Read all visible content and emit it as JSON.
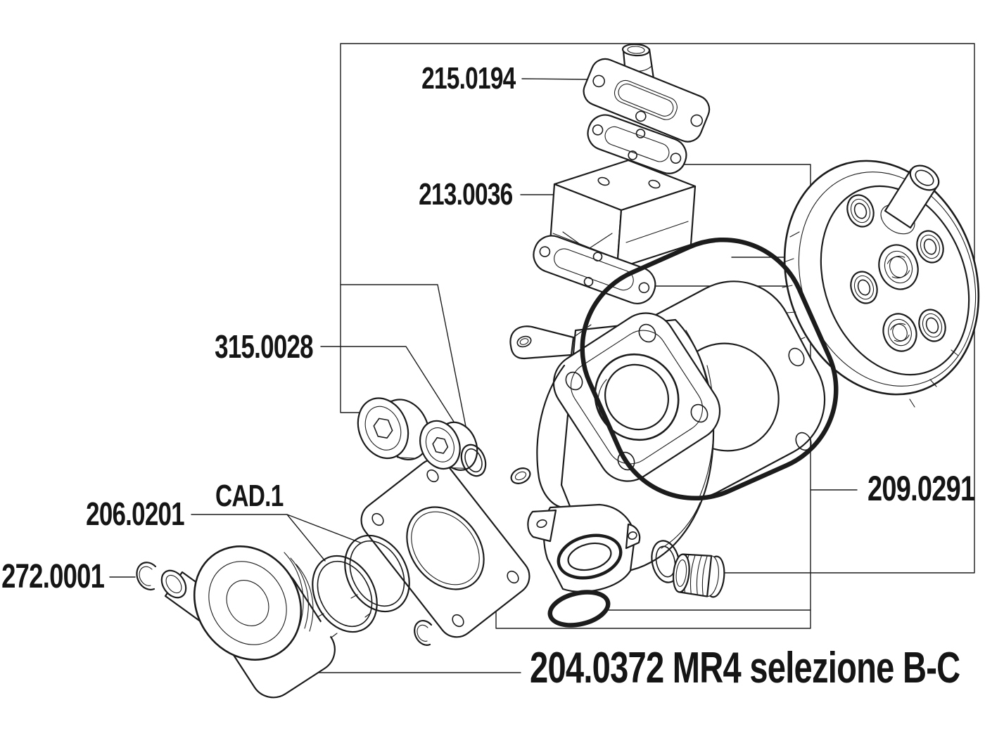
{
  "diagram": {
    "title_hint": "exploded cylinder kit parts diagram",
    "colors": {
      "line": "#1c1c1c",
      "background": "#ffffff"
    },
    "labels": {
      "manifold": "215.0194",
      "reed_valve": "213.0036",
      "plug_set": "315.0028",
      "ring_set": "206.0201",
      "cad": "CAD.1",
      "circlip_set": "272.0001",
      "gasket_set": "209.0291",
      "piston": "204.0372 MR4 selezione B-C"
    }
  }
}
